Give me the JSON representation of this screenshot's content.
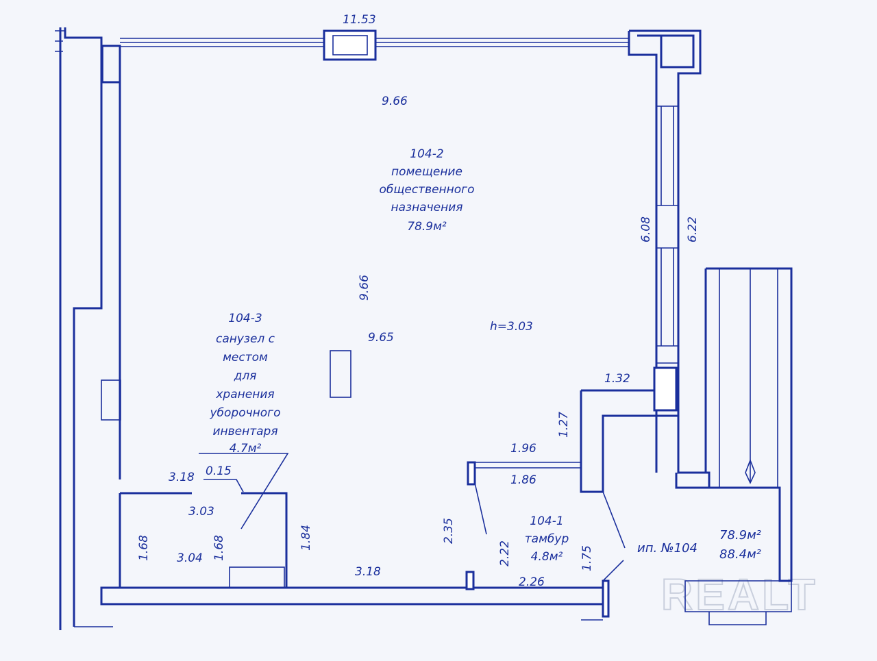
{
  "plan": {
    "dimensions": {
      "top_width": "11.53",
      "inner_top": "9.66",
      "inner_mid": "9.66",
      "inner_low": "9.65",
      "right_inner": "6.08",
      "right_outer": "6.22",
      "step_width": "1.32",
      "step_height": "1.27",
      "opening_top": "1.96",
      "opening_bottom": "1.86",
      "tambur_left": "2.35",
      "tambur_right": "2.22",
      "tambur_bottom": "2.26",
      "tambur_side": "1.75",
      "bottom_wall": "3.18",
      "wc_top_left": "3.18",
      "wc_nib": "0.15",
      "wc_width_inner": "3.03",
      "wc_left": "1.68",
      "wc_bottom": "3.04",
      "wc_mid": "1.68",
      "wc_right": "1.84",
      "ceiling_height": "h=3.03"
    },
    "rooms": [
      {
        "id": "104-2",
        "lines": [
          "104-2",
          "помещение",
          "общественного",
          "назначения",
          "78.9м²"
        ]
      },
      {
        "id": "104-3",
        "lines": [
          "104-3",
          "санузел с",
          "местом",
          "для",
          "хранения",
          "уборочного",
          "инвентаря",
          "4.7м²"
        ]
      },
      {
        "id": "104-1",
        "lines": [
          "104-1",
          "тамбур",
          "4.8м²"
        ]
      }
    ],
    "unit": {
      "label": "ип. №104",
      "area_main": "78.9м²",
      "area_total": "88.4м²"
    }
  },
  "watermark": "REALT",
  "colors": {
    "ink": "#1a2f9c",
    "paper": "#f4f6fb"
  }
}
